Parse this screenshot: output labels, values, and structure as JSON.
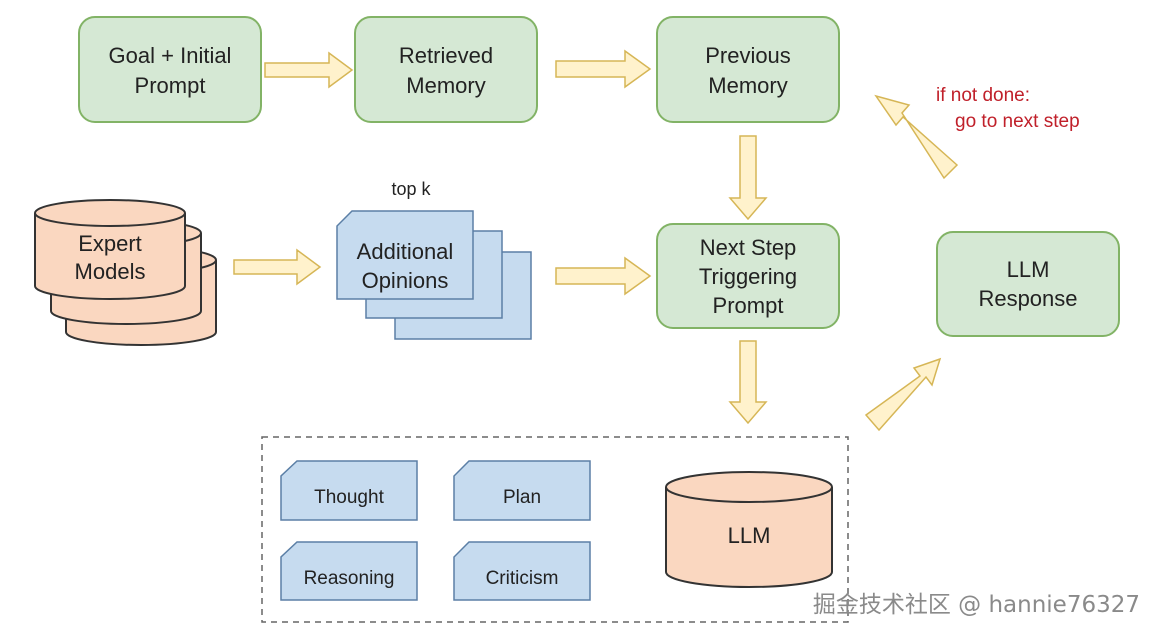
{
  "nodes": {
    "goal": [
      "Goal + Initial",
      "Prompt"
    ],
    "retrieved": [
      "Retrieved",
      "Memory"
    ],
    "previous": [
      "Previous",
      "Memory"
    ],
    "next_step": [
      "Next Step",
      "Triggering",
      "Prompt"
    ],
    "llm_response": [
      "LLM",
      "Response"
    ],
    "expert": [
      "Expert",
      "Models"
    ],
    "opinions": [
      "Additional",
      "Opinions"
    ],
    "thought": "Thought",
    "plan": "Plan",
    "reasoning": "Reasoning",
    "criticism": "Criticism",
    "llm": "LLM"
  },
  "annotations": {
    "top_k": "top k",
    "loop_line1": "if not done:",
    "loop_line2": "go to next step"
  },
  "watermark": "掘金技术社区 @ hannie76327",
  "colors": {
    "process_fill": "#d5e8d4",
    "process_stroke": "#82b366",
    "arrow_fill": "#fff2cc",
    "arrow_stroke": "#d6b656",
    "doc_fill": "#c6dbef",
    "cylinder_fill": "#fad7c0",
    "loop_text": "#c0202a"
  }
}
